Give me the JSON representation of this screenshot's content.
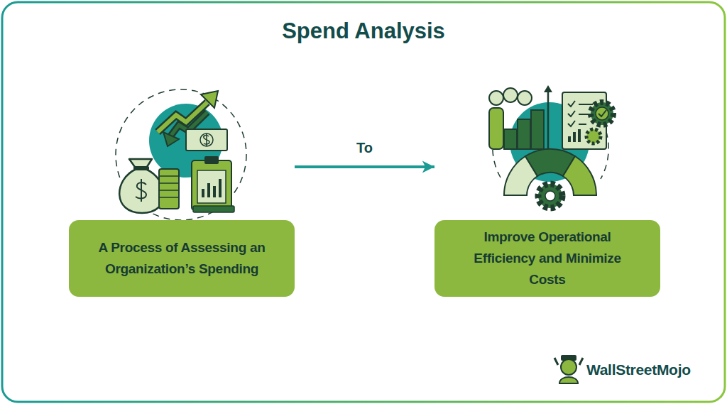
{
  "diagram": {
    "title": "Spend Analysis",
    "nodes": [
      {
        "text": [
          "A Process of Assessing an Organization’s Spending"
        ]
      },
      {
        "text": [
          "Improve Operational Efficiency and Minimize Costs"
        ]
      }
    ],
    "edges": [
      {
        "from": 0,
        "to": 1,
        "arrow": "to",
        "label": "To"
      }
    ],
    "labels": [
      "WallStreetMojo"
    ]
  }
}
